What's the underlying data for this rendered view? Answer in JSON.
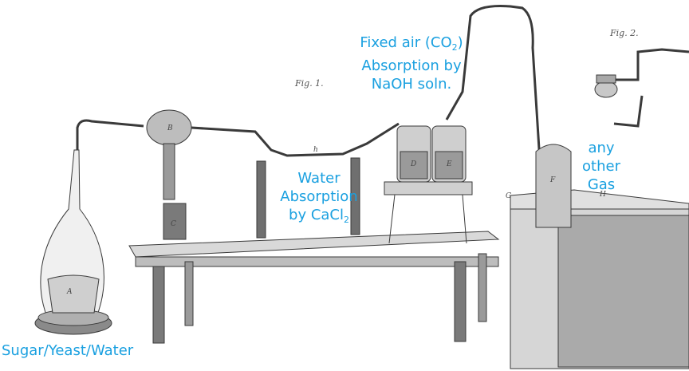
{
  "labels": {
    "fixed_air": {
      "line1_pre": "Fixed air (CO",
      "line1_sub": "2",
      "line1_post": ")",
      "line2": "Absorption by",
      "line3": "NaOH soln."
    },
    "water_absorption": {
      "line1": "Water",
      "line2": "Absorption",
      "line3_pre": "by CaCl",
      "line3_sub": "2"
    },
    "any_other_gas": {
      "line1": "any",
      "line2": "other",
      "line3": "Gas"
    },
    "sugar_yeast_water": "Sugar/Yeast/Water"
  },
  "figure_captions": {
    "fig1": "Fig. 1.",
    "fig2": "Fig. 2."
  },
  "apparatus_letters": {
    "flask": "A",
    "bulb": "B",
    "receiver": "C",
    "bottle_d": "D",
    "bottle_e": "E",
    "jar": "F",
    "tube_h": "h",
    "tub_g": "G",
    "tub_h": "H"
  },
  "colors": {
    "label": "#1aa0e0",
    "ink": "#3a3a3a"
  }
}
